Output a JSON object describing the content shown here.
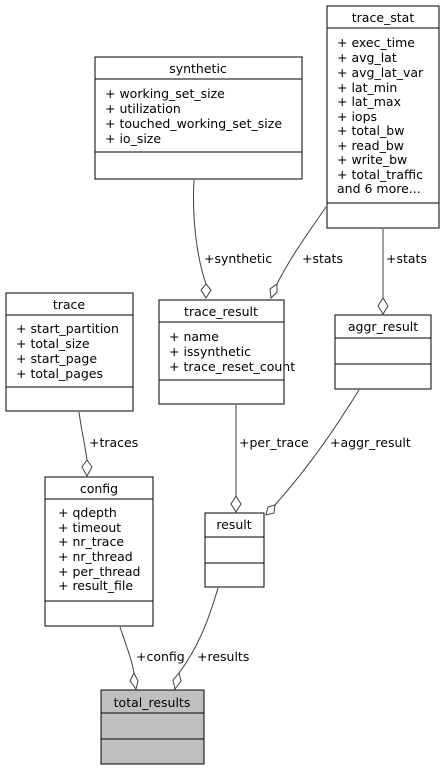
{
  "colors": {
    "box_fill": "#ffffff",
    "box_stroke": "#000000",
    "highlight_fill": "#bfbfbf",
    "edge_stroke": "#404040",
    "text": "#000000"
  },
  "classes": {
    "trace_stat": {
      "title": "trace_stat",
      "attributes": [
        "+ exec_time",
        "+ avg_lat",
        "+ avg_lat_var",
        "+ lat_min",
        "+ lat_max",
        "+ iops",
        "+ total_bw",
        "+ read_bw",
        "+ write_bw",
        "+ total_traffic",
        "and 6 more..."
      ]
    },
    "synthetic": {
      "title": "synthetic",
      "attributes": [
        "+ working_set_size",
        "+ utilization",
        "+ touched_working_set_size",
        "+ io_size"
      ]
    },
    "trace": {
      "title": "trace",
      "attributes": [
        "+ start_partition",
        "+ total_size",
        "+ start_page",
        "+ total_pages"
      ]
    },
    "trace_result": {
      "title": "trace_result",
      "attributes": [
        "+ name",
        "+ issynthetic",
        "+ trace_reset_count"
      ]
    },
    "aggr_result": {
      "title": "aggr_result",
      "attributes": []
    },
    "config": {
      "title": "config",
      "attributes": [
        "+ qdepth",
        "+ timeout",
        "+ nr_trace",
        "+ nr_thread",
        "+ per_thread",
        "+ result_file"
      ]
    },
    "result": {
      "title": "result",
      "attributes": []
    },
    "total_results": {
      "title": "total_results",
      "attributes": []
    }
  },
  "edges": {
    "synthetic_to_trace_result": "+synthetic",
    "trace_stat_to_trace_result": "+stats",
    "trace_stat_to_aggr_result": "+stats",
    "trace_to_config": "+traces",
    "trace_result_to_result": "+per_trace",
    "aggr_result_to_result": "+aggr_result",
    "config_to_total_results": "+config",
    "result_to_total_results": "+results"
  }
}
